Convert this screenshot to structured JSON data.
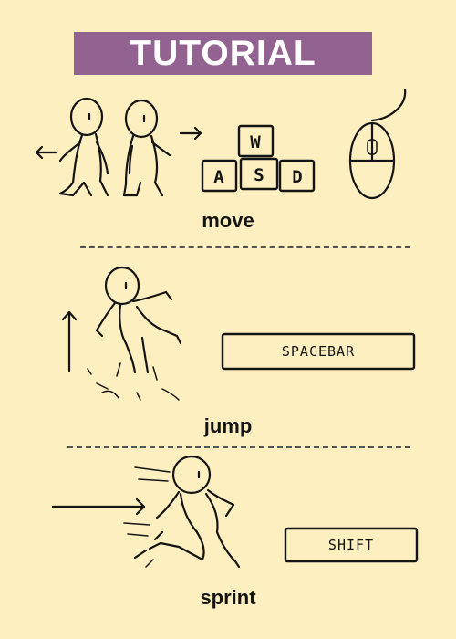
{
  "title": "TUTORIAL",
  "sections": {
    "move": {
      "caption": "move",
      "keys": [
        "W",
        "A",
        "S",
        "D"
      ]
    },
    "jump": {
      "caption": "jump",
      "key_label": "SPACEBAR"
    },
    "sprint": {
      "caption": "sprint",
      "key_label": "SHIFT"
    }
  },
  "colors": {
    "background": "#fdefc0",
    "banner": "#926391",
    "ink": "#141414"
  },
  "icons": [
    "walking-figures-icon",
    "left-arrow-icon",
    "right-arrow-icon",
    "mouse-icon",
    "jumping-figure-icon",
    "up-arrow-icon",
    "running-figure-icon",
    "speed-arrow-icon"
  ]
}
